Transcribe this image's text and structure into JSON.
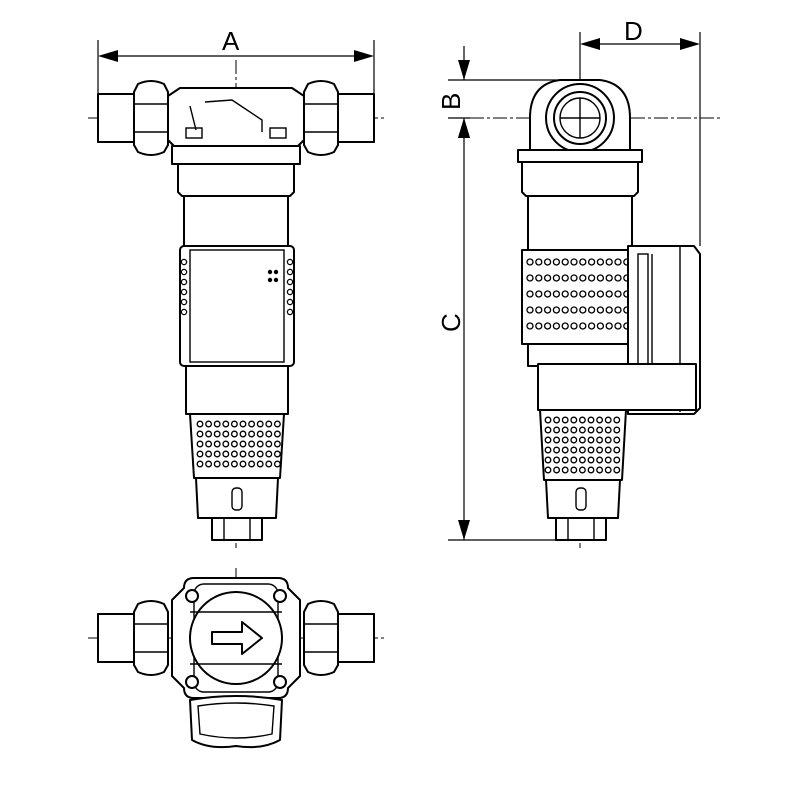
{
  "dimensions": {
    "A": "A",
    "B": "B",
    "C": "C",
    "D": "D"
  }
}
